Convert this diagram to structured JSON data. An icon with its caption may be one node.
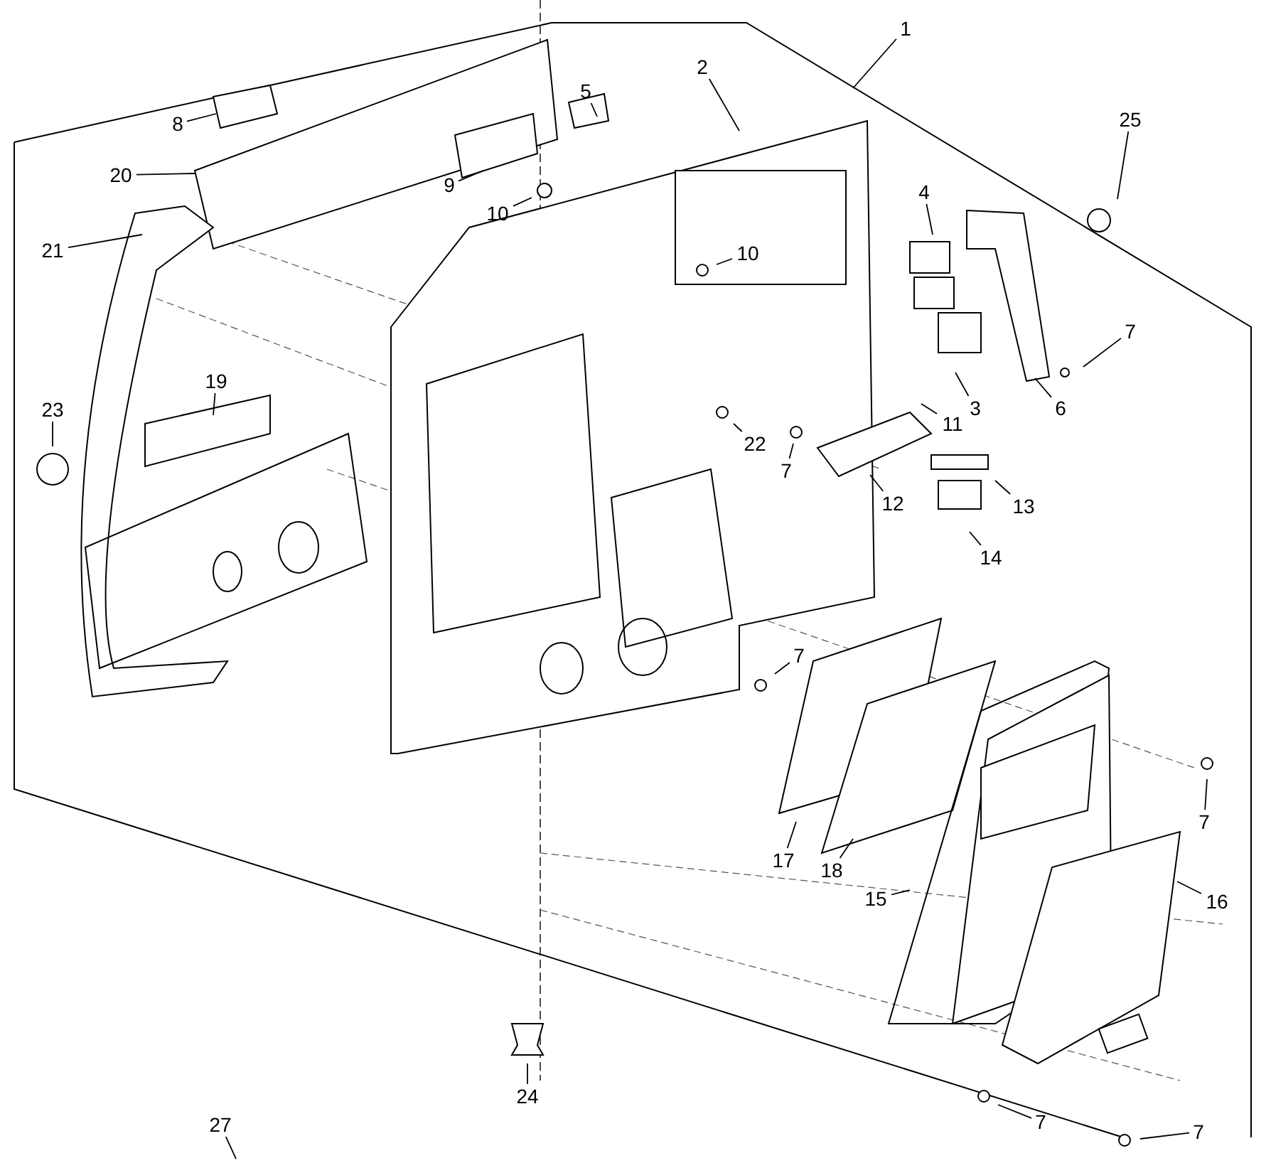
{
  "diagram": {
    "nodes": [
      {
        "text": [
          "1"
        ]
      },
      {
        "text": [
          "2"
        ]
      },
      {
        "text": [
          "3"
        ]
      },
      {
        "text": [
          "4"
        ]
      },
      {
        "text": [
          "5"
        ]
      },
      {
        "text": [
          "6"
        ]
      },
      {
        "text": [
          "7"
        ]
      },
      {
        "text": [
          "7"
        ]
      },
      {
        "text": [
          "7"
        ]
      },
      {
        "text": [
          "7"
        ]
      },
      {
        "text": [
          "7"
        ]
      },
      {
        "text": [
          "7"
        ]
      },
      {
        "text": [
          "8"
        ]
      },
      {
        "text": [
          "9"
        ]
      },
      {
        "text": [
          "10"
        ]
      },
      {
        "text": [
          "10"
        ]
      },
      {
        "text": [
          "11"
        ]
      },
      {
        "text": [
          "12"
        ]
      },
      {
        "text": [
          "13"
        ]
      },
      {
        "text": [
          "14"
        ]
      },
      {
        "text": [
          "15"
        ]
      },
      {
        "text": [
          "16"
        ]
      },
      {
        "text": [
          "17"
        ]
      },
      {
        "text": [
          "18"
        ]
      },
      {
        "text": [
          "19"
        ]
      },
      {
        "text": [
          "20"
        ]
      },
      {
        "text": [
          "21"
        ]
      },
      {
        "text": [
          "22"
        ]
      },
      {
        "text": [
          "23"
        ]
      },
      {
        "text": [
          "24"
        ]
      },
      {
        "text": [
          "25"
        ]
      },
      {
        "text": [
          "27"
        ]
      }
    ],
    "edges": [
      {
        "from": 0,
        "to": null,
        "arrow": "none"
      },
      {
        "from": 1,
        "to": null,
        "arrow": "none"
      },
      {
        "from": 2,
        "to": null,
        "arrow": "none"
      },
      {
        "from": 3,
        "to": null,
        "arrow": "none"
      },
      {
        "from": 4,
        "to": null,
        "arrow": "none"
      },
      {
        "from": 5,
        "to": null,
        "arrow": "none"
      },
      {
        "from": 6,
        "to": null,
        "arrow": "none"
      },
      {
        "from": 7,
        "to": null,
        "arrow": "none"
      },
      {
        "from": 8,
        "to": null,
        "arrow": "none"
      },
      {
        "from": 9,
        "to": null,
        "arrow": "none"
      },
      {
        "from": 10,
        "to": null,
        "arrow": "none"
      },
      {
        "from": 11,
        "to": null,
        "arrow": "none"
      },
      {
        "from": 12,
        "to": null,
        "arrow": "none"
      },
      {
        "from": 13,
        "to": null,
        "arrow": "none"
      },
      {
        "from": 14,
        "to": null,
        "arrow": "none"
      },
      {
        "from": 15,
        "to": null,
        "arrow": "none"
      },
      {
        "from": 16,
        "to": null,
        "arrow": "none"
      },
      {
        "from": 17,
        "to": null,
        "arrow": "none"
      },
      {
        "from": 18,
        "to": null,
        "arrow": "none"
      },
      {
        "from": 19,
        "to": null,
        "arrow": "none"
      },
      {
        "from": 20,
        "to": null,
        "arrow": "none"
      },
      {
        "from": 21,
        "to": null,
        "arrow": "none"
      },
      {
        "from": 22,
        "to": null,
        "arrow": "none"
      },
      {
        "from": 23,
        "to": null,
        "arrow": "none"
      },
      {
        "from": 24,
        "to": null,
        "arrow": "none"
      },
      {
        "from": 25,
        "to": null,
        "arrow": "none"
      },
      {
        "from": 26,
        "to": null,
        "arrow": "none"
      },
      {
        "from": 27,
        "to": null,
        "arrow": "none"
      },
      {
        "from": 28,
        "to": null,
        "arrow": "none"
      },
      {
        "from": 29,
        "to": null,
        "arrow": "none"
      },
      {
        "from": 30,
        "to": null,
        "arrow": "none"
      },
      {
        "from": 31,
        "to": null,
        "arrow": "none"
      }
    ]
  }
}
